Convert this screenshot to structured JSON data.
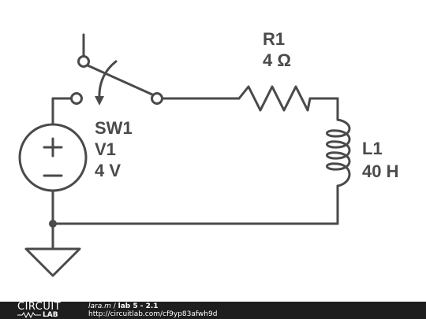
{
  "components": {
    "switch": {
      "ref": "SW1"
    },
    "source": {
      "ref": "V1",
      "value": "4 V",
      "plus": "+",
      "minus": "−"
    },
    "resistor": {
      "ref": "R1",
      "value": "4 Ω"
    },
    "inductor": {
      "ref": "L1",
      "value": "40 H"
    }
  },
  "footer": {
    "logo_top": "CIRCUIT",
    "logo_bottom": "LAB",
    "author": "lara.m",
    "separator": " / ",
    "title": "lab 5 - 2.1",
    "url": "http://circuitlab.com/cf9yp83afwh9d"
  },
  "colors": {
    "ink": "#4a4a4a",
    "footer_bg": "#1e1e1e",
    "footer_text": "#ffffff"
  }
}
